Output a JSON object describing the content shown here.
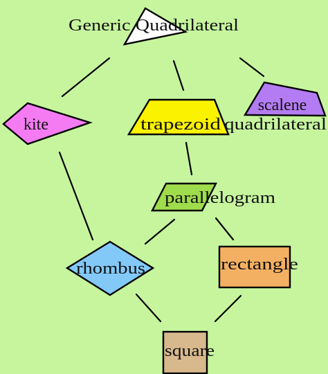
{
  "nodes": [
    {
      "id": "generic",
      "label": "Generic Quadrilateral",
      "color": "#ffffff"
    },
    {
      "id": "kite",
      "label": "kite",
      "color": "#f57bf2"
    },
    {
      "id": "trapezoid",
      "label": "trapezoid",
      "color": "#fbf200"
    },
    {
      "id": "scalene",
      "label_top": "scalene",
      "label_bottom": "quadrilateral",
      "color": "#b47cf2"
    },
    {
      "id": "parallelogram",
      "label": "parallelogram",
      "color": "#9fdc4c"
    },
    {
      "id": "rhombus",
      "label": "rhombus",
      "color": "#83c9f8"
    },
    {
      "id": "rectangle",
      "label": "rectangle",
      "color": "#f4b062"
    },
    {
      "id": "square",
      "label": "square",
      "color": "#d8b98d"
    }
  ],
  "edges": [
    {
      "from": "generic",
      "to": "kite"
    },
    {
      "from": "generic",
      "to": "trapezoid"
    },
    {
      "from": "generic",
      "to": "scalene"
    },
    {
      "from": "kite",
      "to": "rhombus"
    },
    {
      "from": "trapezoid",
      "to": "parallelogram"
    },
    {
      "from": "parallelogram",
      "to": "rhombus"
    },
    {
      "from": "parallelogram",
      "to": "rectangle"
    },
    {
      "from": "rhombus",
      "to": "square"
    },
    {
      "from": "rectangle",
      "to": "square"
    }
  ],
  "colors": {
    "background": "#c6f59e",
    "stroke": "#000000"
  }
}
